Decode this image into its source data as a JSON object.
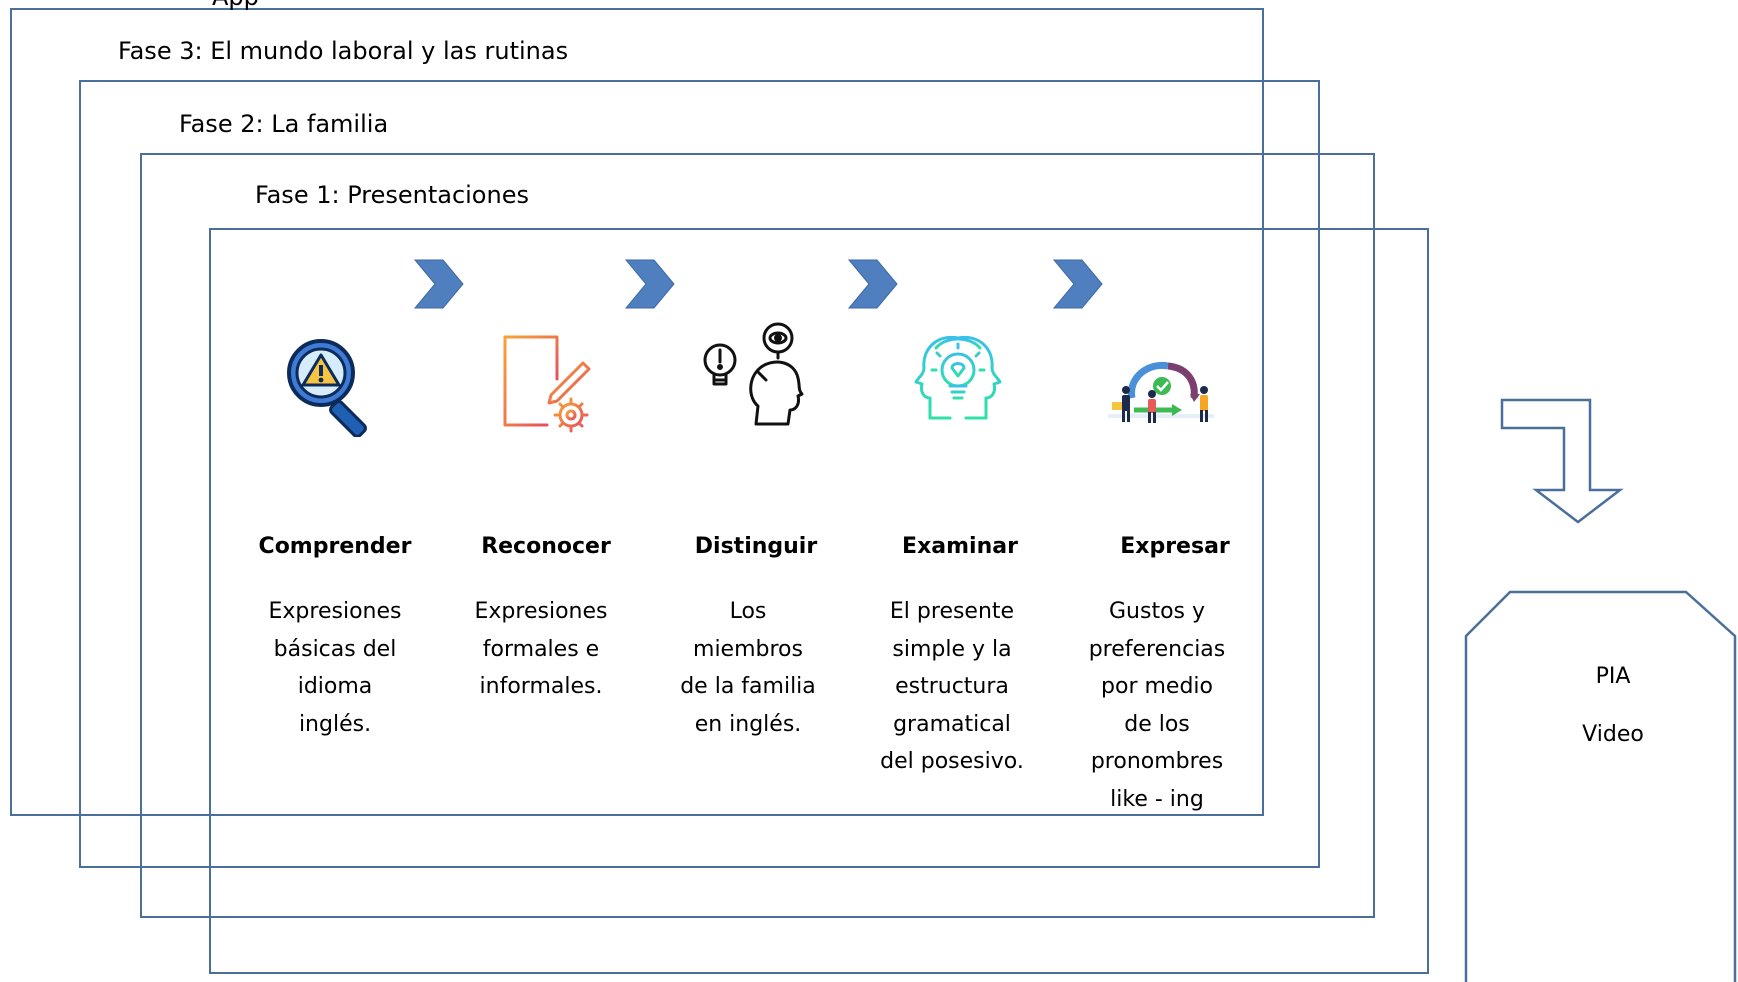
{
  "top_partial_label": "App",
  "phases": [
    {
      "label": "Fase 3: El mundo laboral y las rutinas"
    },
    {
      "label": "Fase 2: La familia"
    },
    {
      "label": "Fase 1:  Presentaciones"
    }
  ],
  "steps": [
    {
      "title": "Comprender",
      "icon": "magnifier-warning-icon",
      "desc": [
        "Expresiones",
        "básicas del",
        "idioma",
        "inglés."
      ]
    },
    {
      "title": "Reconocer",
      "icon": "document-gear-icon",
      "desc": [
        "Expresiones",
        "formales e",
        "informales."
      ]
    },
    {
      "title": "Distinguir",
      "icon": "head-eye-idea-icon",
      "desc": [
        "Los",
        "miembros",
        "de la familia",
        "en inglés."
      ]
    },
    {
      "title": "Examinar",
      "icon": "heads-lightbulb-icon",
      "desc": [
        "El presente",
        "simple y la",
        "estructura",
        "gramatical",
        "del posesivo."
      ]
    },
    {
      "title": "Expresar",
      "icon": "team-cycle-icon",
      "desc": [
        "Gustos y",
        "preferencias",
        "por medio",
        "de los",
        "pronombres",
        "like - ing"
      ]
    }
  ],
  "output": {
    "line1": "PIA",
    "line2": "Video"
  },
  "colors": {
    "frame": "#4a6f9a",
    "chevron": "#4f7fbe",
    "arrow": "#4a6f9a"
  }
}
